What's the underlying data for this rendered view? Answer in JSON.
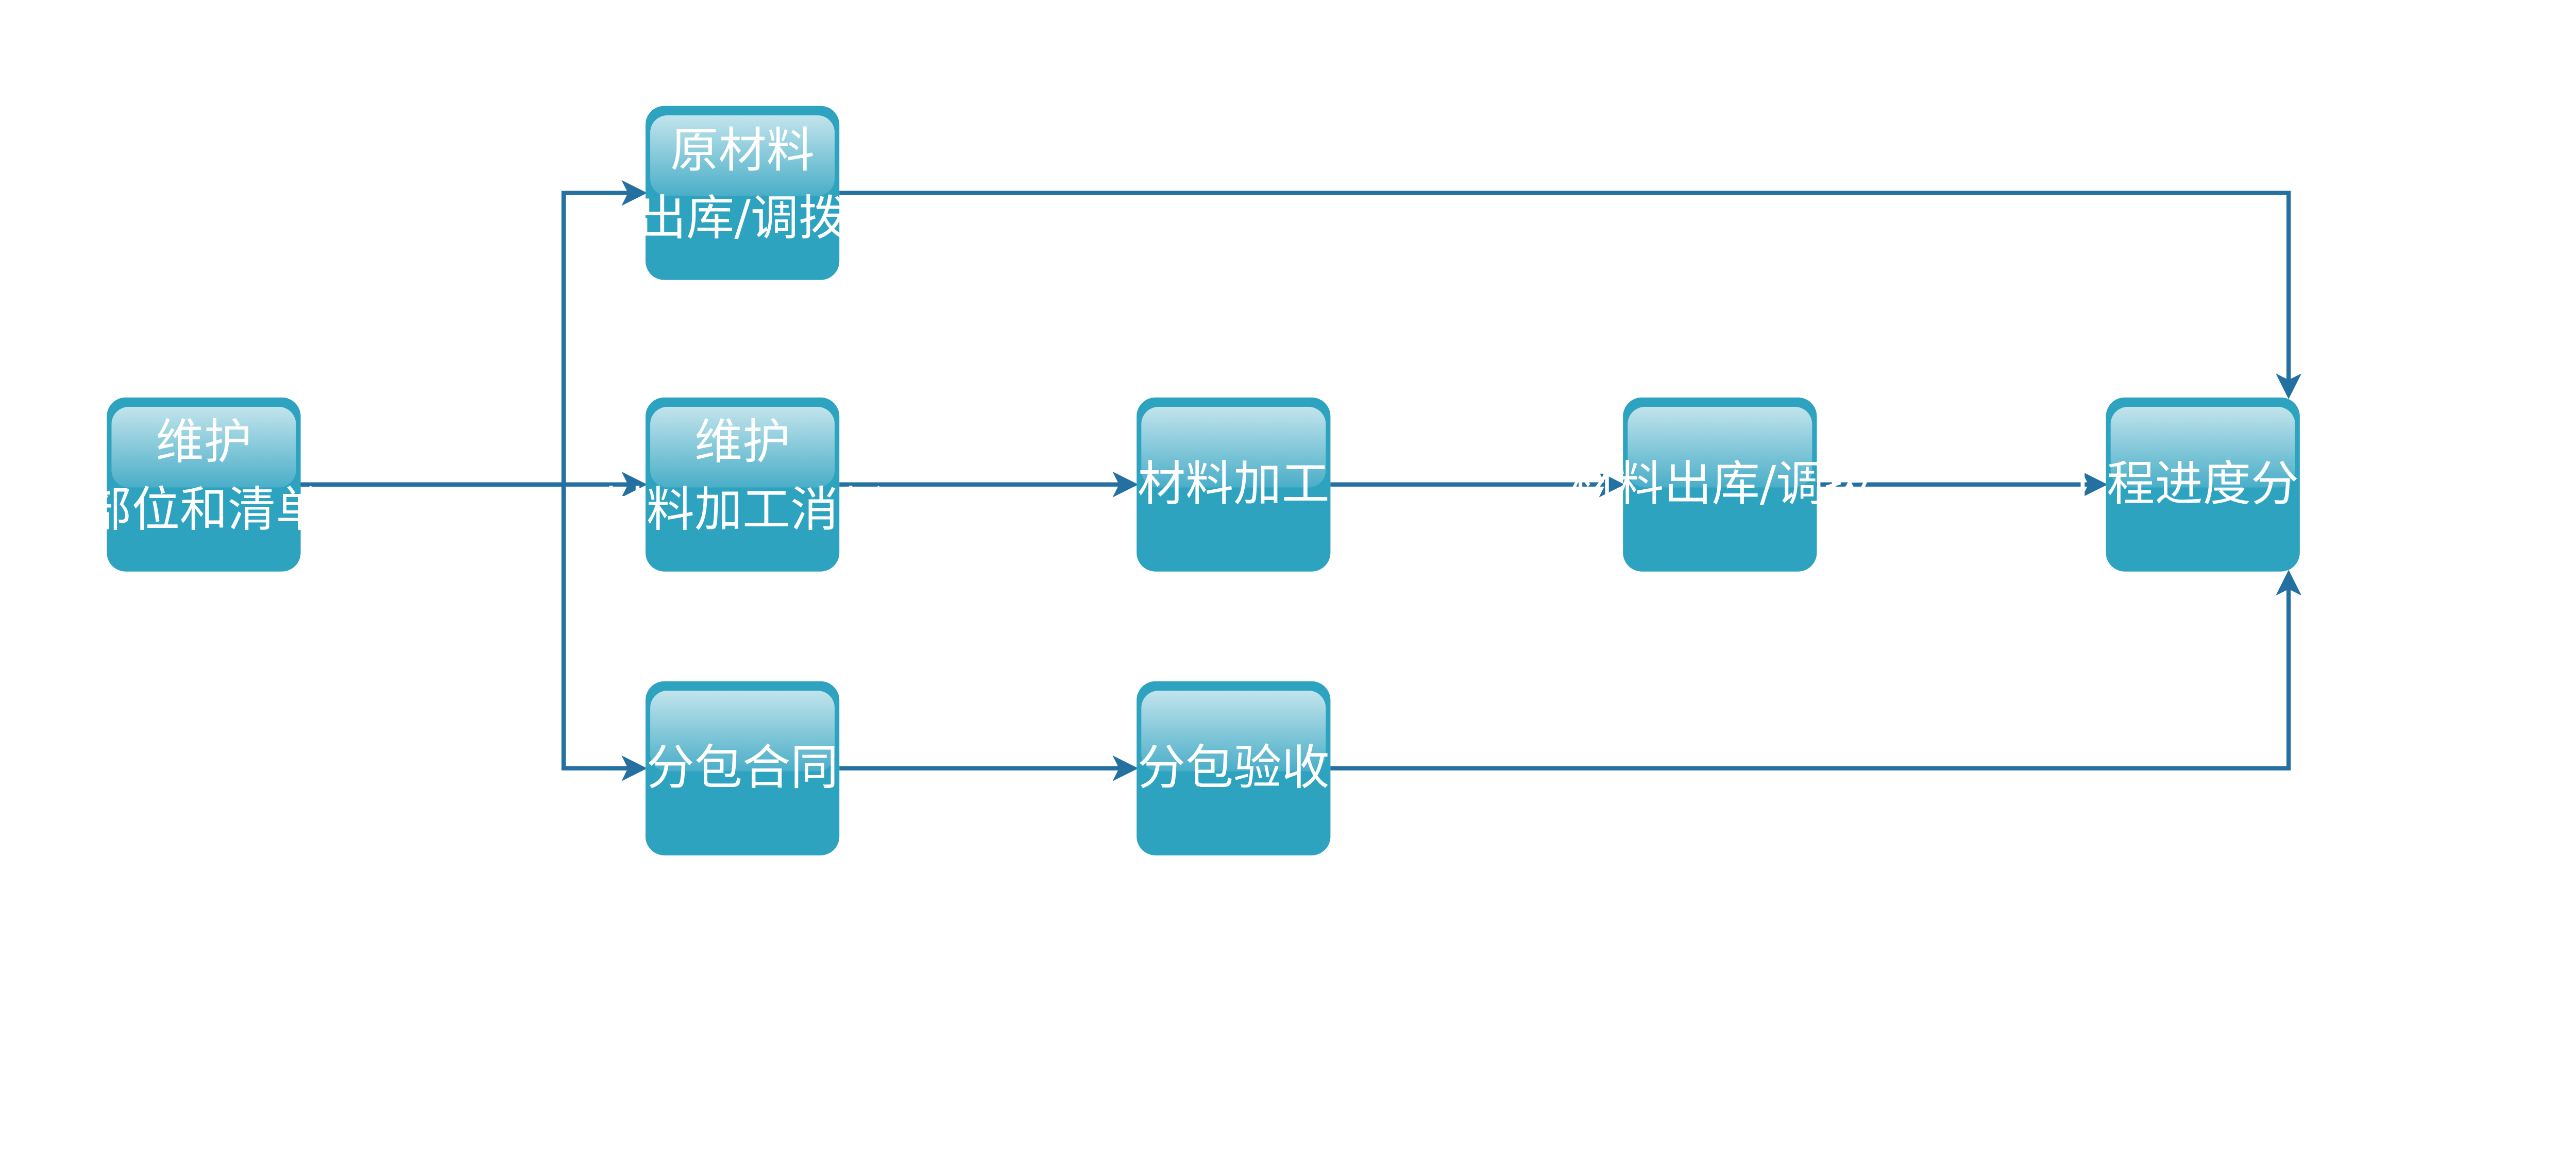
{
  "colors": {
    "node_fill": "#2ea3c0",
    "arrow": "#2470a0",
    "text": "#ffffff"
  },
  "nodes": [
    {
      "id": "maintain-parts",
      "lines": [
        "维护",
        "部位和清单"
      ]
    },
    {
      "id": "raw-material-out",
      "lines": [
        "原材料",
        "出库/调拨"
      ]
    },
    {
      "id": "maintain-consumption",
      "lines": [
        "维护",
        "材料加工消耗"
      ]
    },
    {
      "id": "subcontract",
      "lines": [
        "分包合同"
      ]
    },
    {
      "id": "material-processing",
      "lines": [
        "材料加工"
      ]
    },
    {
      "id": "subcontract-acceptance",
      "lines": [
        "分包验收"
      ]
    },
    {
      "id": "material-out",
      "lines": [
        "材料出库/调拨"
      ]
    },
    {
      "id": "progress-analysis",
      "lines": [
        "工程进度分析"
      ]
    }
  ],
  "edges": [
    [
      "maintain-parts",
      "raw-material-out"
    ],
    [
      "maintain-parts",
      "maintain-consumption"
    ],
    [
      "maintain-parts",
      "subcontract"
    ],
    [
      "maintain-consumption",
      "material-processing"
    ],
    [
      "material-processing",
      "material-out"
    ],
    [
      "material-out",
      "progress-analysis"
    ],
    [
      "subcontract",
      "subcontract-acceptance"
    ],
    [
      "raw-material-out",
      "progress-analysis"
    ],
    [
      "subcontract-acceptance",
      "progress-analysis"
    ]
  ]
}
